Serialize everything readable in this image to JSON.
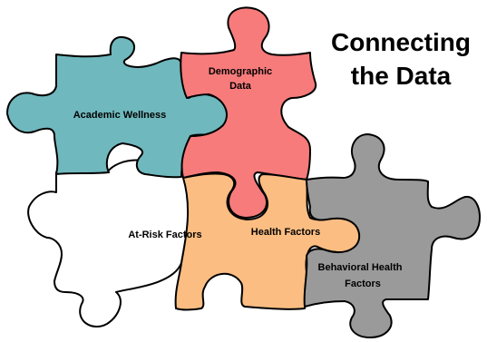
{
  "title": {
    "line1": "Connecting",
    "line2": "the Data"
  },
  "pieces": {
    "academic": {
      "label": "Academic Wellness",
      "color": "#6fb8bd"
    },
    "demographic": {
      "line1": "Demographic",
      "line2": "Data",
      "color": "#f77b7b"
    },
    "atrisk": {
      "label": "At-Risk Factors",
      "color": "#ffffff"
    },
    "health": {
      "label": "Health Factors",
      "color": "#fbbd82"
    },
    "behavioral": {
      "line1": "Behavioral Health",
      "line2": "Factors",
      "color": "#9a9a9a"
    }
  },
  "outline_color": "#000000"
}
